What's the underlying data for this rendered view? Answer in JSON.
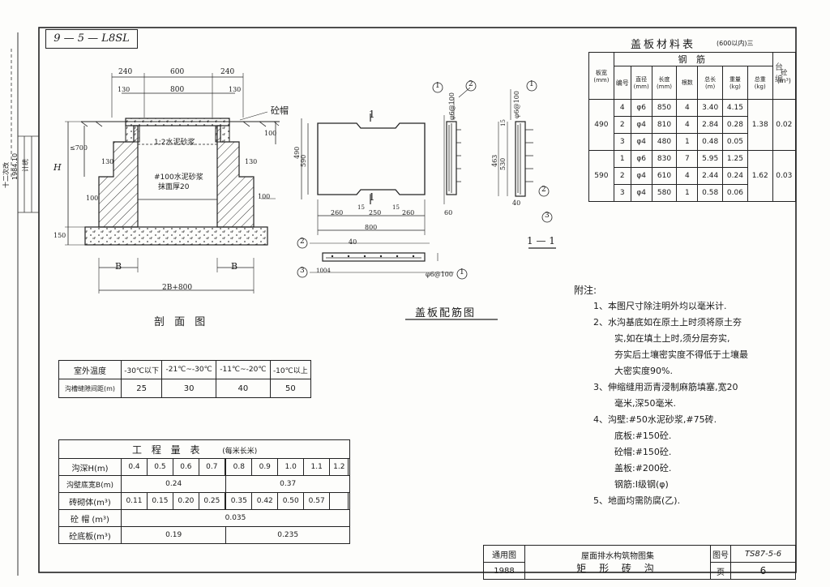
{
  "drawing_code": "9 — 5 — L8SL",
  "section_view": {
    "title": "剖 面 图",
    "top_dims": [
      "240",
      "600",
      "240"
    ],
    "sub_dims": [
      "130",
      "800",
      "130"
    ],
    "labels": {
      "cap": "砼帽",
      "mortar": "1:2水泥砂浆",
      "wall_note_line1": "#100水泥砂浆",
      "wall_note_line2": "抹面厚20",
      "h": "H",
      "le700": "≤700",
      "d130a": "130",
      "d130b": "130",
      "d100a": "100",
      "d100b": "100",
      "d100c": "100",
      "d150": "150",
      "b_left": "B",
      "b_right": "B",
      "bottom": "2B+800"
    }
  },
  "cover_plate_view": {
    "title": "盖板配筋图",
    "labels": {
      "sec_mark": "1",
      "d490": "490",
      "d590": "590",
      "d260a": "260",
      "d15a": "15",
      "d250": "250",
      "d15b": "15",
      "d260b": "260",
      "d800": "800",
      "phi_side": "φ6@100",
      "phi_bottom": "φ6@100",
      "d40": "40",
      "d60": "60",
      "circle1": "1",
      "circle2": "2",
      "circle3": "3",
      "d1004": "1004"
    }
  },
  "section_11": {
    "title": "1 — 1",
    "labels": {
      "d15": "15",
      "d463": "463",
      "d530": "530",
      "d40": "40",
      "phi": "φ6@100",
      "circle1": "1",
      "circle2": "2",
      "circle3": "3"
    }
  },
  "material_table": {
    "title": "盖板材料表",
    "title_note": "(600以内)三",
    "steel_header": "钢 筋",
    "headers": [
      "板宽\n(mm)",
      "编号",
      "直径\n(mm)",
      "长度\n(mm)",
      "根数",
      "总长\n(m)",
      "重量\n(kg)",
      "总重\n(kg)",
      "砼\n(m³)"
    ],
    "rows_490": {
      "width": "490",
      "rows": [
        [
          "4",
          "φ6",
          "850",
          "4",
          "3.40",
          "4.15"
        ],
        [
          "2",
          "φ4",
          "810",
          "4",
          "2.84",
          "0.28"
        ],
        [
          "3",
          "φ4",
          "480",
          "1",
          "0.48",
          "0.05"
        ]
      ],
      "total": "1.38",
      "concrete": "0.02"
    },
    "rows_590": {
      "width": "590",
      "rows": [
        [
          "1",
          "φ6",
          "830",
          "7",
          "5.95",
          "1.25"
        ],
        [
          "2",
          "φ4",
          "610",
          "4",
          "2.44",
          "0.24"
        ],
        [
          "3",
          "φ4",
          "580",
          "1",
          "0.58",
          "0.06"
        ]
      ],
      "total": "1.62",
      "concrete": "0.03"
    }
  },
  "temperature_table": {
    "rows": [
      [
        "室外温度",
        "-30℃以下",
        "-21℃~-30℃",
        "-11℃~-20℃",
        "-10℃以上"
      ],
      [
        "沟槽缝隙间距(m)",
        "25",
        "30",
        "40",
        "50"
      ]
    ]
  },
  "quantity_table": {
    "title": "工 程 量 表",
    "title_note": "(每米长米)",
    "rows": [
      {
        "label": "沟深H(m)",
        "values": [
          "0.4",
          "0.5",
          "0.6",
          "0.7",
          "",
          "0.8",
          "0.9",
          "1.0",
          "1.1",
          "1.2",
          ""
        ]
      },
      {
        "label": "沟壁底宽B(m)",
        "left": "0.24",
        "right": "0.37"
      },
      {
        "label": "砖砌体(m³)",
        "values": [
          "0.11",
          "0.15",
          "0.20",
          "0.25",
          "",
          "0.35",
          "0.42",
          "0.50",
          "0.57",
          "",
          ""
        ]
      },
      {
        "label": "砼 帽 (m³)",
        "merged": "0.035"
      },
      {
        "label": "砼底板(m³)",
        "left": "0.19",
        "right": "0.235"
      }
    ]
  },
  "notes": {
    "heading": "附注:",
    "items": [
      "1、本图尺寸除注明外均以毫米计.",
      "2、水沟基底如在原土上时须将原土夯",
      "实,如在填土上时,须分层夯实,",
      "夯实后土壤密实度不得低于土壤最",
      "大密实度90%.",
      "3、伸缩缝用沥青浸制麻筋填塞,宽20",
      "毫米,深50毫米.",
      "4、沟壁:#50水泥砂浆,#75砖.",
      "底板:#150砼.",
      "砼帽:#150砼.",
      "盖板:#200砼.",
      "钢筋:I级钢(φ)",
      "5、地面均需防腐(乙)."
    ]
  },
  "title_block": {
    "left_label": "通用图",
    "year": "1988",
    "title_line1": "屋面排水构筑物图集",
    "title_line2": "矩 形 砖 沟",
    "sheet_label": "图号",
    "sheet_code": "TS87-5-6",
    "page_label": "页",
    "page_no": "6"
  },
  "margin_stamp": [
    "十二次改",
    "1984.10",
    "计统"
  ],
  "corner_scribble": "台\n编"
}
